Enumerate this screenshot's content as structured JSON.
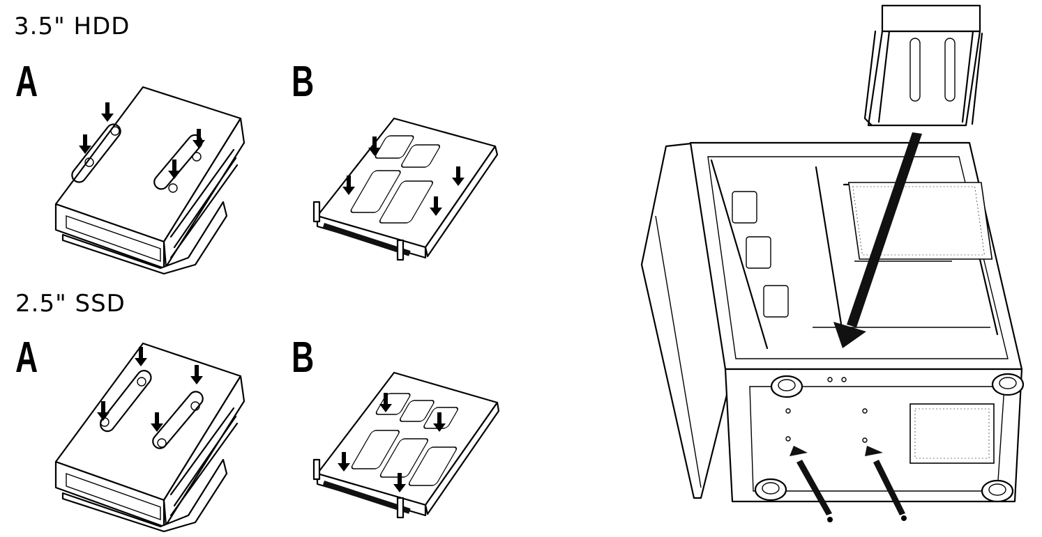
{
  "sections": {
    "hdd": {
      "title": "3.5\" HDD",
      "label_a": "A",
      "label_b": "B"
    },
    "ssd": {
      "title": "2.5\" SSD",
      "label_a": "A",
      "label_b": "B"
    }
  },
  "icons": [
    "arrow-down-icon",
    "drive-cage-icon",
    "drive-tray-icon",
    "pc-case-icon",
    "screw-icon"
  ],
  "colors": {
    "ink": "#000000",
    "paper": "#ffffff"
  }
}
